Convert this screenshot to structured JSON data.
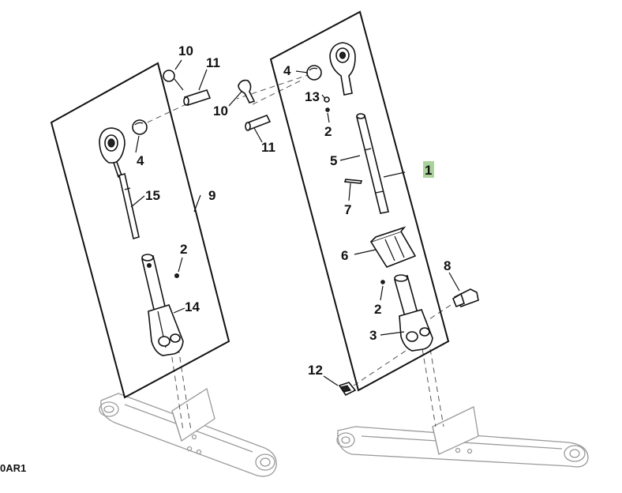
{
  "callouts": {
    "c1": "1",
    "c2a": "2",
    "c2b": "2",
    "c2c": "2",
    "c3": "3",
    "c4a": "4",
    "c4b": "4",
    "c5": "5",
    "c6": "6",
    "c7": "7",
    "c8": "8",
    "c9": "9",
    "c10a": "10",
    "c10b": "10",
    "c11a": "11",
    "c11b": "11",
    "c12": "12",
    "c13": "13",
    "c14": "14",
    "c15": "15"
  },
  "reference_code": "0AR1",
  "highlight_color": "#a9d39a"
}
